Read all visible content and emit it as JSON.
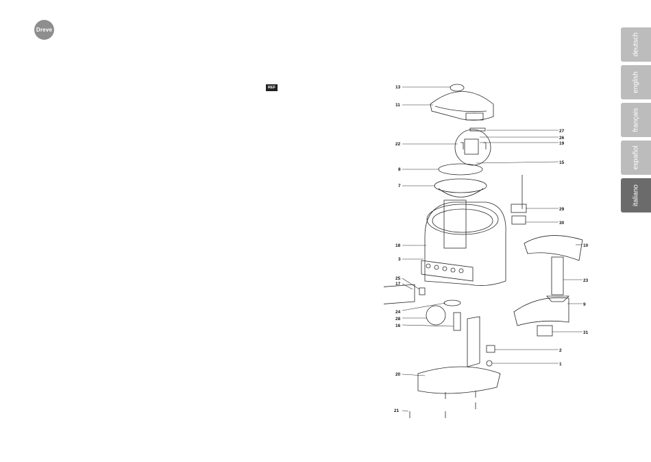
{
  "brand": {
    "logo_text": "Dreve"
  },
  "ref_symbol": "REF",
  "language_tabs": [
    {
      "label": "deutsch",
      "active": false
    },
    {
      "label": "english",
      "active": false
    },
    {
      "label": "français",
      "active": false
    },
    {
      "label": "español",
      "active": false
    },
    {
      "label": "italiano",
      "active": true
    }
  ],
  "part_labels": [
    "13",
    "11",
    "27",
    "26",
    "19",
    "22",
    "15",
    "8",
    "7",
    "29",
    "30",
    "18",
    "3",
    "10",
    "23",
    "25",
    "17",
    "9",
    "24",
    "28",
    "16",
    "31",
    "2",
    "1",
    "20",
    "21"
  ]
}
